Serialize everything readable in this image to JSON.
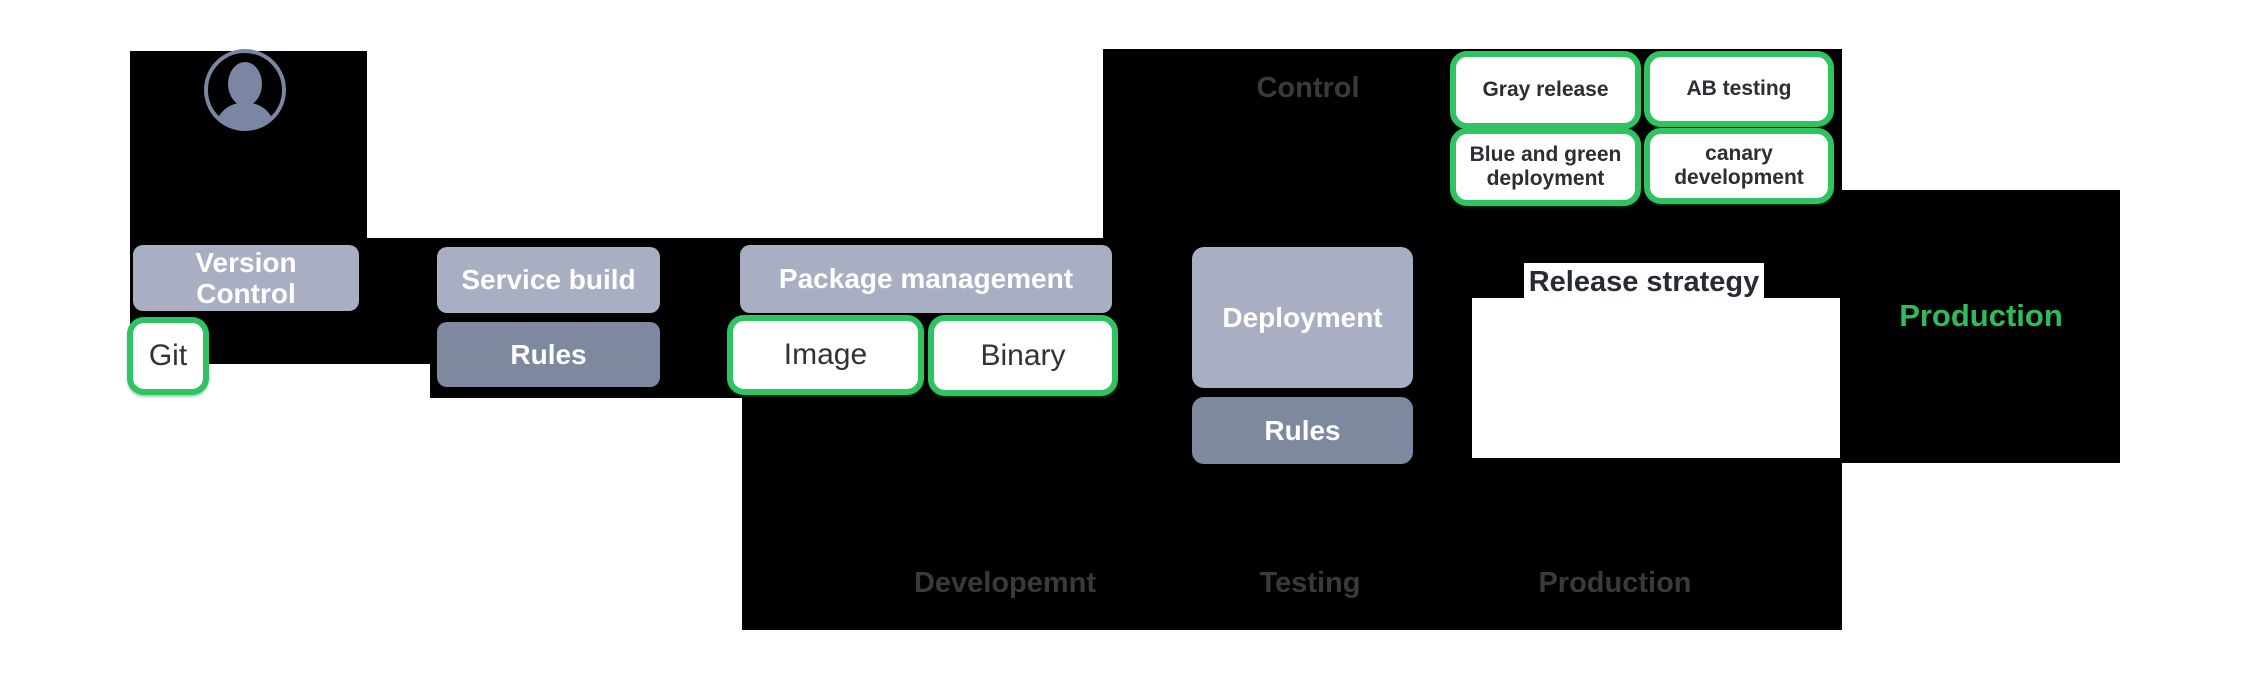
{
  "colors": {
    "node_gray": "#a9afc2",
    "node_slate": "#7e89a0",
    "accent_green": "#2fc362",
    "production_text_green": "#2fbd5c",
    "stage_background": "#000000",
    "muted_label_gray": "#3a3a3c"
  },
  "version_control": {
    "title": "Version Control",
    "tool": "Git"
  },
  "service_build": {
    "title": "Service build",
    "rules_label": "Rules"
  },
  "package_management": {
    "title": "Package management",
    "items": [
      "Image",
      "Binary"
    ]
  },
  "control": {
    "label": "Control",
    "strategies": [
      "Gray release",
      "AB testing",
      "Blue and green deployment",
      "canary development"
    ]
  },
  "deployment": {
    "title": "Deployment",
    "rules_label": "Rules",
    "release_strategy_label": "Release strategy"
  },
  "production": {
    "label": "Production"
  },
  "environments": [
    "Developemnt",
    "Testing",
    "Production"
  ]
}
